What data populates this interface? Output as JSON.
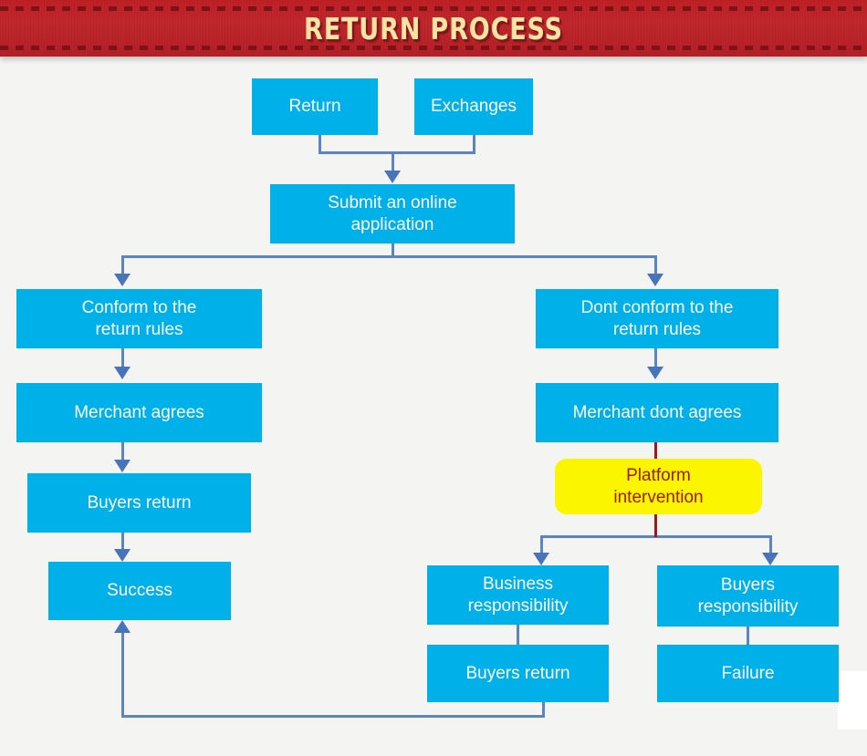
{
  "header": {
    "title": "RETURN PROCESS",
    "banner_color": "#bf2026",
    "title_color": "#fbe3a4"
  },
  "theme": {
    "background": "#f4f4f3",
    "node_fill": "#00b0e8",
    "node_text": "#ffffff",
    "highlight_fill": "#fbf500",
    "highlight_text": "#9a1b0e",
    "connector_color": "#5b84c4",
    "red_connector_color": "#9c1a20"
  },
  "flowchart": {
    "type": "flowchart",
    "title": "RETURN PROCESS",
    "nodes": [
      {
        "id": "return",
        "label": "Return",
        "style": "blue"
      },
      {
        "id": "exchanges",
        "label": "Exchanges",
        "style": "blue"
      },
      {
        "id": "submit",
        "label": "Submit an online application",
        "style": "blue"
      },
      {
        "id": "conform",
        "label": "Conform to the return rules",
        "style": "blue"
      },
      {
        "id": "dont-conform",
        "label": "Dont conform to the return rules",
        "style": "blue"
      },
      {
        "id": "merchant-agrees",
        "label": "Merchant agrees",
        "style": "blue"
      },
      {
        "id": "merchant-dont-agrees",
        "label": "Merchant dont agrees",
        "style": "blue"
      },
      {
        "id": "buyers-return-left",
        "label": "Buyers return",
        "style": "blue"
      },
      {
        "id": "platform-intervention",
        "label": "Platform intervention",
        "style": "yellow"
      },
      {
        "id": "success",
        "label": "Success",
        "style": "blue"
      },
      {
        "id": "business-resp",
        "label": "Business responsibility",
        "style": "blue"
      },
      {
        "id": "buyers-resp",
        "label": "Buyers responsibility",
        "style": "blue"
      },
      {
        "id": "buyers-return-right",
        "label": "Buyers return",
        "style": "blue"
      },
      {
        "id": "failure",
        "label": "Failure",
        "style": "blue"
      }
    ],
    "edges": [
      {
        "from": "return",
        "to": "submit"
      },
      {
        "from": "exchanges",
        "to": "submit"
      },
      {
        "from": "submit",
        "to": "conform"
      },
      {
        "from": "submit",
        "to": "dont-conform"
      },
      {
        "from": "conform",
        "to": "merchant-agrees"
      },
      {
        "from": "merchant-agrees",
        "to": "buyers-return-left"
      },
      {
        "from": "buyers-return-left",
        "to": "success"
      },
      {
        "from": "dont-conform",
        "to": "merchant-dont-agrees"
      },
      {
        "from": "merchant-dont-agrees",
        "to": "platform-intervention"
      },
      {
        "from": "platform-intervention",
        "to": "business-resp"
      },
      {
        "from": "platform-intervention",
        "to": "buyers-resp"
      },
      {
        "from": "business-resp",
        "to": "buyers-return-right"
      },
      {
        "from": "buyers-resp",
        "to": "failure"
      },
      {
        "from": "buyers-return-right",
        "to": "success"
      }
    ],
    "node_labels": {
      "return": "Return",
      "exchanges": "Exchanges",
      "submit_line1": "Submit an online",
      "submit_line2": "application",
      "conform_line1": "Conform to the",
      "conform_line2": "return rules",
      "dont_conform_line1": "Dont conform to the",
      "dont_conform_line2": "return rules",
      "merchant_agrees": "Merchant agrees",
      "merchant_dont_agrees": "Merchant dont agrees",
      "buyers_return_left": "Buyers return",
      "platform_line1": "Platform",
      "platform_line2": "intervention",
      "success": "Success",
      "business_line1": "Business",
      "business_line2": "responsibility",
      "buyers_resp_line1": "Buyers",
      "buyers_resp_line2": "responsibility",
      "buyers_return_right": "Buyers return",
      "failure": "Failure"
    }
  }
}
